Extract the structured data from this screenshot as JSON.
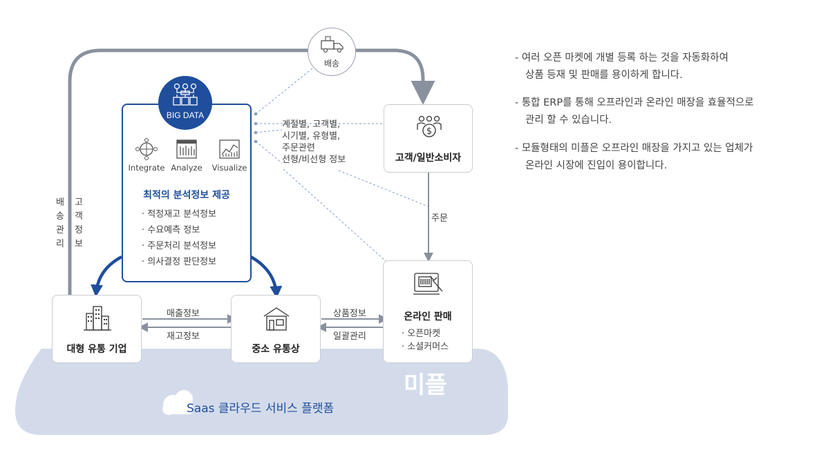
{
  "delivery": {
    "label": "배송"
  },
  "bigdata": {
    "badge": "BIG DATA",
    "tools": [
      "Integrate",
      "Analyze",
      "Visualize"
    ],
    "heading": "최적의 분석정보 제공",
    "items": [
      "· 적정재고 분석정보",
      "· 수요예측 정보",
      "· 주문처리 분석정보",
      "· 의사결정 판단정보"
    ]
  },
  "data_types": [
    "계절별, 고객별,",
    "시기별, 유형별,",
    "주문관련",
    "선형/비선형 정보"
  ],
  "consumer": {
    "title": "고객/일반소비자"
  },
  "order_label": "주문",
  "left_labels": {
    "col1": "배송관리",
    "col2": "고객정보"
  },
  "large_distributor": {
    "title": "대형 유통 기업"
  },
  "sme": {
    "title": "중소 유통상"
  },
  "online": {
    "title": "온라인 판매",
    "items": [
      "· 오픈마켓",
      "· 소셜커머스"
    ]
  },
  "flows": {
    "sales_info": "매출정보",
    "stock_info": "재고정보",
    "product_info": "상품정보",
    "bulk_manage": "일괄관리"
  },
  "platform": {
    "brand": "미플",
    "name": "Saas 클라우드 서비스 플랫폼"
  },
  "descriptions": [
    [
      "- 여러 오픈 마켓에 개별 등록 하는 것을 자동화하여",
      "상품 등재 및 판매를 용이하게 합니다."
    ],
    [
      "- 통합 ERP를 통해 오프라인과 온라인 매장을 효율적으로",
      "관리 할 수 있습니다."
    ],
    [
      "- 모듈형태의 미플은 오프라인 매장을 가지고 있는 업체가",
      "온라인 시장에 진입이 용이합니다."
    ]
  ],
  "colors": {
    "navy": "#1f4e9c",
    "gray_line": "#8a919e",
    "cloud": "#d3dbeb",
    "dashed": "#7f9ccc"
  }
}
